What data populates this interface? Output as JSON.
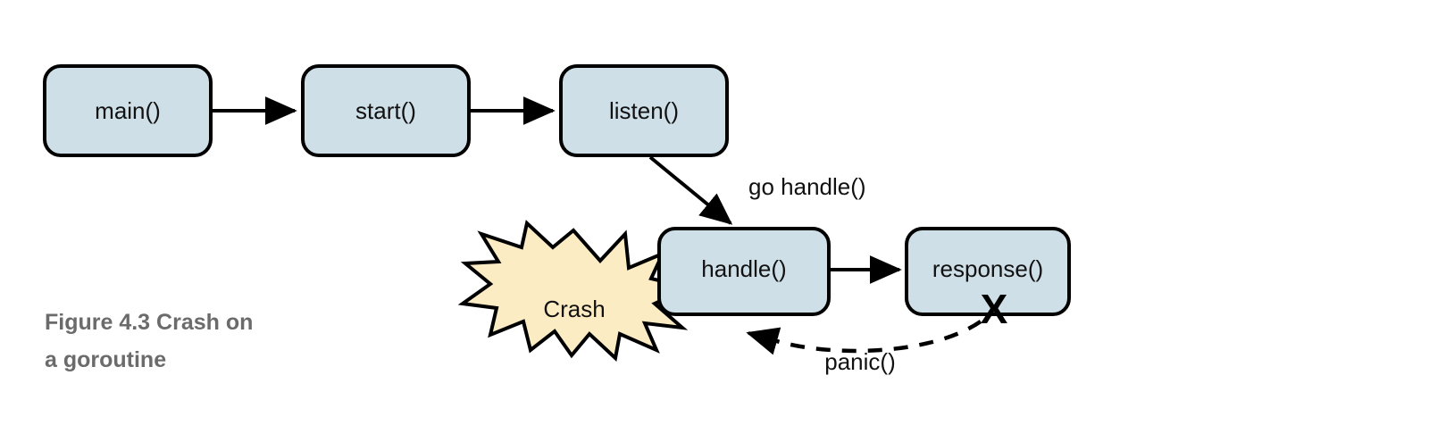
{
  "figure": {
    "caption_line1": "Figure 4.3    Crash on",
    "caption_line2": "a goroutine",
    "caption_color": "#6b6b6b",
    "background": "#ffffff"
  },
  "colors": {
    "node_fill": "#cedfe7",
    "node_stroke": "#000000",
    "burst_fill": "#fcecc4",
    "burst_stroke": "#000000",
    "arrow": "#000000"
  },
  "nodes": [
    {
      "id": "main",
      "label": "main()"
    },
    {
      "id": "start",
      "label": "start()"
    },
    {
      "id": "listen",
      "label": "listen()"
    },
    {
      "id": "handle",
      "label": "handle()"
    },
    {
      "id": "response",
      "label": "response()"
    }
  ],
  "burst": {
    "label": "Crash"
  },
  "marks": {
    "failure_x": "X"
  },
  "edges": [
    {
      "id": "main-start",
      "from": "main",
      "to": "start",
      "label": "",
      "style": "solid"
    },
    {
      "id": "start-listen",
      "from": "start",
      "to": "listen",
      "label": "",
      "style": "solid"
    },
    {
      "id": "listen-handle",
      "from": "listen",
      "to": "handle",
      "label": "go handle()",
      "style": "solid"
    },
    {
      "id": "handle-response",
      "from": "handle",
      "to": "response",
      "label": "",
      "style": "solid"
    },
    {
      "id": "response-handle",
      "from": "response",
      "to": "handle",
      "label": "panic()",
      "style": "dashed"
    }
  ]
}
